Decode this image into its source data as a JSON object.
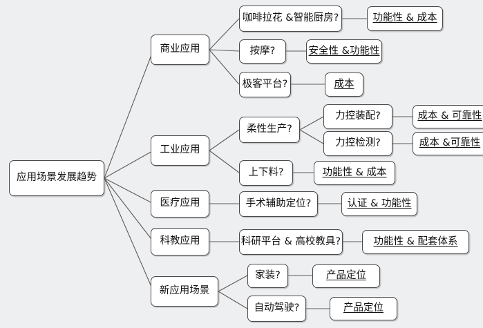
{
  "diagram": {
    "title": "应用场景发展趋势",
    "type": "mind-map",
    "background_color": "#eeeff1",
    "node_fill": "#ffffff",
    "node_border": "#4a4a4a",
    "connector_color": "#5b5b5b"
  },
  "nodes": {
    "root": {
      "label": "应用场景发展趋势"
    },
    "commercial": {
      "label": "商业应用"
    },
    "industrial": {
      "label": "工业应用"
    },
    "medical": {
      "label": "医疗应用"
    },
    "education": {
      "label": "科教应用"
    },
    "new_scenarios": {
      "label": "新应用场景"
    },
    "coffee_kitchen": {
      "label": "咖啡拉花 &智能厨房?"
    },
    "massage": {
      "label": "按摩?"
    },
    "geek_platform": {
      "label": "极客平台?"
    },
    "flexible_production": {
      "label": "柔性生产?"
    },
    "loading_unloading": {
      "label": "上下料?"
    },
    "surgical_positioning": {
      "label": "手术辅助定位?"
    },
    "research_teaching": {
      "label": "科研平台 & 高校教具?"
    },
    "home_decoration": {
      "label": "家装?"
    },
    "autonomous_driving": {
      "label": "自动驾驶?"
    },
    "force_assembly": {
      "label": "力控装配?"
    },
    "force_inspection": {
      "label": "力控检测?"
    },
    "leaf_function_cost_1": {
      "label": "功能性 & 成本"
    },
    "leaf_safety_function": {
      "label": "安全性 &功能性"
    },
    "leaf_cost": {
      "label": "成本"
    },
    "leaf_cost_reliability_1": {
      "label": "成本 & 可靠性"
    },
    "leaf_cost_reliability_2": {
      "label": "成本 &可靠性"
    },
    "leaf_function_cost_2": {
      "label": "功能性 & 成本"
    },
    "leaf_certification_function": {
      "label": "认证 & 功能性"
    },
    "leaf_function_support": {
      "label": "功能性 & 配套体系"
    },
    "leaf_product_positioning_1": {
      "label": "产品定位"
    },
    "leaf_product_positioning_2": {
      "label": "产品定位"
    }
  }
}
